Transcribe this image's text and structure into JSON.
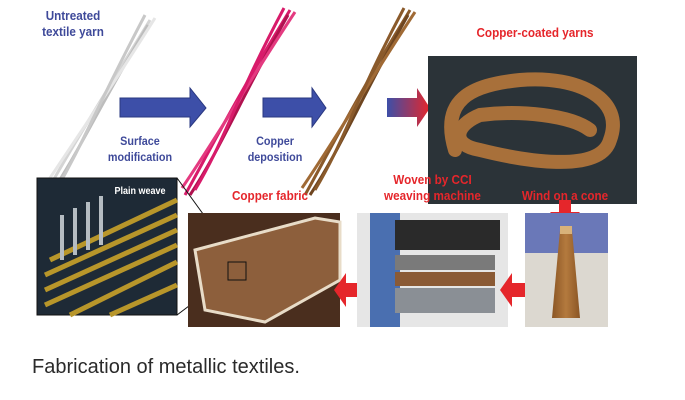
{
  "steps": {
    "untreated": "Untreated textile yarn",
    "surface": "Surface modification",
    "deposition": "Copper deposition",
    "coated": "Copper-coated yarns",
    "cone": "Wind on a cone",
    "woven": "Woven by CCI weaving machine",
    "fabric": "Copper fabric",
    "weave": "Plain weave"
  },
  "caption": "Fabrication of metallic textiles.",
  "colors": {
    "blue_text": "#3f4a9a",
    "red_text": "#e5262b",
    "arrow_blue": "#3d4fa8",
    "arrow_red": "#e5262b",
    "copper": "#a0652e",
    "pink": "#d81b6a"
  }
}
